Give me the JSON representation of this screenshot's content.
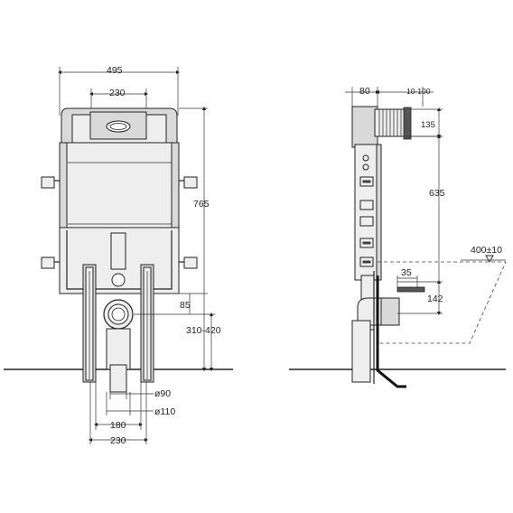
{
  "front_view": {
    "width_total": "495",
    "width_plate": "230",
    "height_frame": "765",
    "height_85": "85",
    "height_range": "310-420",
    "dia_90": "ø90",
    "dia_110": "ø110",
    "width_180": "180",
    "width_230": "230"
  },
  "side_view": {
    "depth_80": "80",
    "depth_range": "10-100",
    "height_135": "135",
    "height_635": "635",
    "bowl_400": "400±10",
    "offset_35": "35",
    "height_142": "142"
  },
  "colors": {
    "line": "#222222",
    "fill_grey": "#d9d9d9",
    "floor": "#222222"
  }
}
